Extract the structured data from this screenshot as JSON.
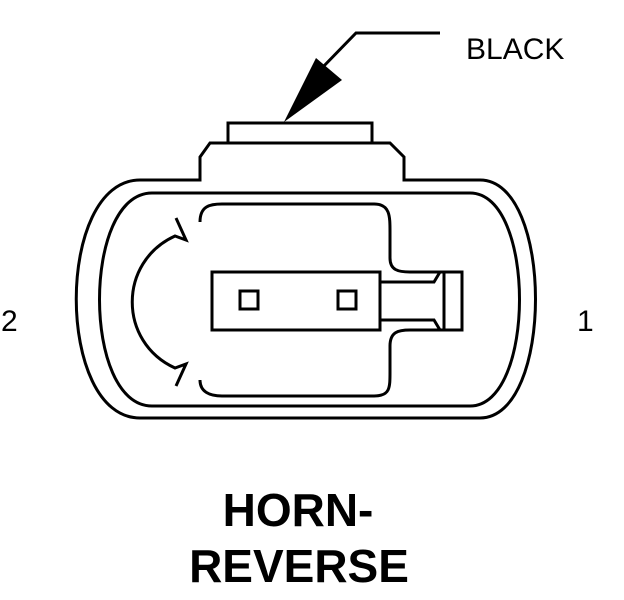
{
  "connector": {
    "color_label": "BLACK",
    "pin_left": "2",
    "pin_right": "1",
    "title_line1": "HORN-",
    "title_line2": "REVERSE"
  },
  "colors": {
    "ink": "#000000",
    "background": "#ffffff"
  }
}
